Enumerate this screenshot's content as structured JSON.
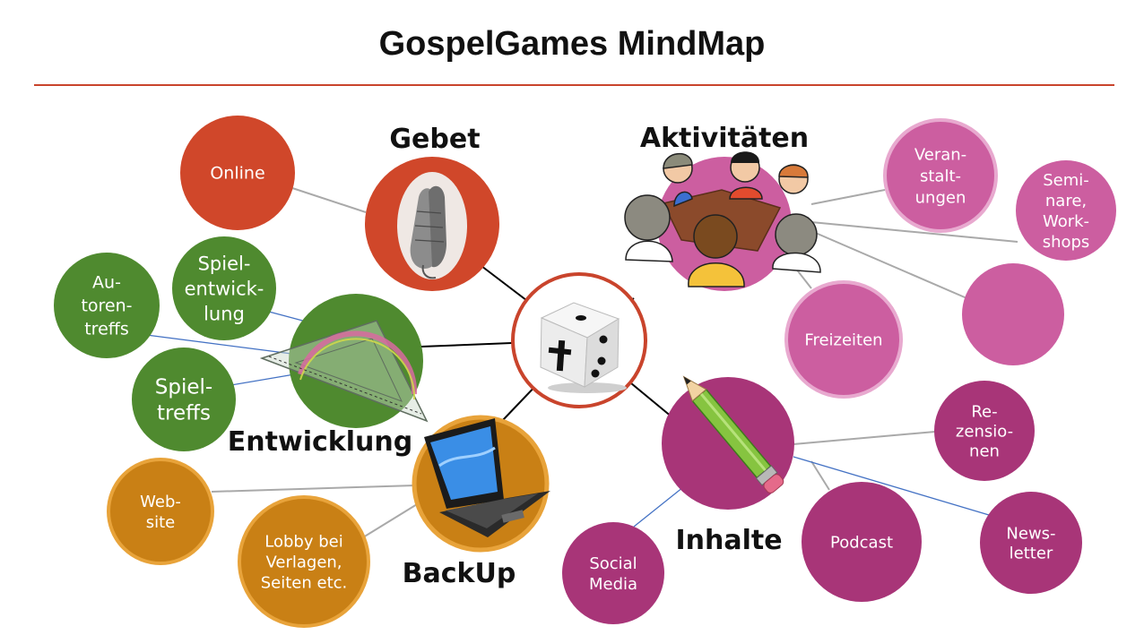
{
  "title": "GospelGames MindMap",
  "colors": {
    "rule": "#c9442c",
    "center_ring": "#c9442c",
    "gebet": "#d0472a",
    "entwicklung": "#4f8a2f",
    "aktivitaeten": "#cc5ea0",
    "inhalte": "#a83578",
    "backup": "#c98015",
    "connector": "#a9a9a9",
    "hub_connector": "#000000",
    "blue_connector": "#4472c4"
  },
  "hubs": {
    "center": {
      "icon": "dice-with-cross-icon"
    },
    "gebet": {
      "label": "Gebet",
      "icon": "praying-hands-icon"
    },
    "aktivitaeten": {
      "label": "Aktivitäten",
      "icon": "meeting-table-icon"
    },
    "entwicklung": {
      "label": "Entwicklung",
      "icon": "set-square-protractor-icon"
    },
    "backup": {
      "label": "BackUp",
      "icon": "laptop-icon"
    },
    "inhalte": {
      "label": "Inhalte",
      "icon": "pencil-icon"
    }
  },
  "leaves": {
    "online": [
      "Online"
    ],
    "autorentreffs": [
      "Au-",
      "toren-",
      "treffs"
    ],
    "spielentwicklung": [
      "Spiel-",
      "entwick-",
      "lung"
    ],
    "spieltreffs": [
      "Spiel-",
      "treffs"
    ],
    "veranstaltungen": [
      "Veran-",
      "stalt-",
      "ungen"
    ],
    "seminare": [
      "Semi-",
      "nare,",
      "Work-",
      "shops"
    ],
    "empty_activity": [],
    "freizeiten": [
      "Freizeiten"
    ],
    "website": [
      "Web-",
      "site"
    ],
    "lobby": [
      "Lobby bei",
      "Verlagen,",
      "Seiten etc."
    ],
    "rezensionen": [
      "Re-",
      "zensio-",
      "nen"
    ],
    "newsletter": [
      "News-",
      "letter"
    ],
    "podcast": [
      "Podcast"
    ],
    "social_media": [
      "Social",
      "Media"
    ]
  }
}
